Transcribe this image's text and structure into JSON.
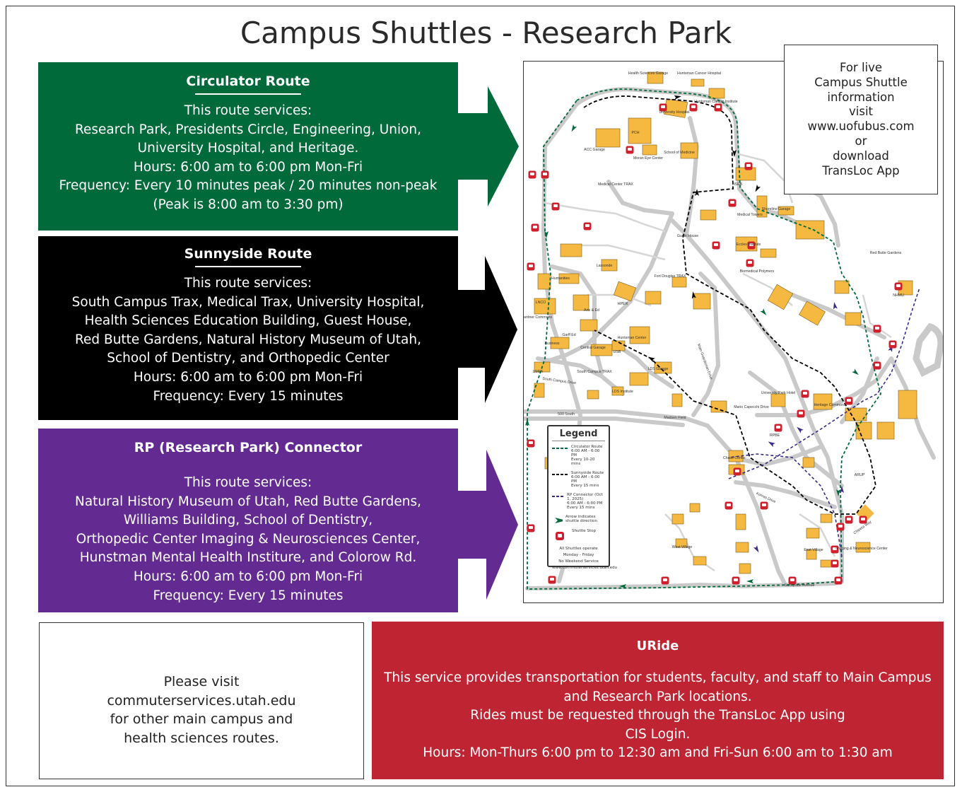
{
  "title": "Campus Shuttles - Research Park",
  "colors": {
    "circulator": "#016a3b",
    "sunnyside": "#000000",
    "rp_connector": "#632b92",
    "uride": "#be2431",
    "building": "#f5b841",
    "stop": "#d0202e"
  },
  "routes": [
    {
      "name": "Circulator Route",
      "lines": [
        "This route services:",
        "Research Park, Presidents Circle, Engineering, Union,",
        "University Hospital, and Heritage.",
        "Hours: 6:00 am to 6:00 pm  Mon-Fri",
        "Frequency: Every 10 minutes peak / 20 minutes  non-peak",
        "(Peak is 8:00 am to 3:30 pm)"
      ]
    },
    {
      "name": "Sunnyside Route",
      "lines": [
        "This route services:",
        "South Campus Trax, Medical Trax, University Hospital,",
        "Health Sciences Education Building, Guest House,",
        "Red Butte Gardens, Natural History Museum of Utah,",
        "School of Dentistry, and Orthopedic Center",
        "Hours: 6:00 am to 6:00 pm  Mon-Fri",
        "Frequency: Every 15 minutes"
      ]
    },
    {
      "name": "RP (Research Park) Connector",
      "lines": [
        "This route services:",
        "Natural History Museum of Utah, Red Butte Gardens,",
        "Williams Building, School of Dentistry,",
        "Orthopedic Center Imaging & Neurosciences Center,",
        "Hunstman Mental Health Institure, and Colorow Rd.",
        "Hours: 6:00 am to 6:00 pm  Mon-Fri",
        "Frequency: Every 15 minutes"
      ]
    }
  ],
  "info_box": {
    "lines": [
      "For live",
      "Campus Shuttle",
      "information",
      "visit",
      "www.uofubus.com",
      "or",
      "download",
      "TransLoc App"
    ]
  },
  "visit_box": {
    "lines": [
      "Please visit",
      "commuterservices.utah.edu",
      "for other main campus and",
      "health sciences routes."
    ]
  },
  "uride": {
    "title": "URide",
    "lines": [
      "This service provides transportation for students, faculty, and staff to Main Campus",
      "and Research Park locations.",
      "Rides must be requested through the TransLoc App using",
      "CIS Login.",
      "Hours: Mon-Thurs 6:00 pm to 12:30 am and Fri-Sun 6:00 am to 1:30 am"
    ]
  },
  "map": {
    "labels": [
      "Health Sciences Garage",
      "Huntsman Cancer Hospital",
      "Huntsman Cancer Institute",
      "PCH",
      "University Hospital",
      "ACC Garage",
      "Moran Eye Center",
      "School of Medicine",
      "HSEB",
      "Medical Center TRAX",
      "Medical Towers",
      "Shoreline Garage",
      "Eccles Institute",
      "Biomedical Polymers",
      "Guest House",
      "Red Butte Gardens",
      "NHMU",
      "Lassonde",
      "Humanities",
      "LNCO",
      "Gardner Commons",
      "Arts & Ed",
      "HPER",
      "Fort Douglas TRAX",
      "Huntsman Center",
      "Garff Ed",
      "Business",
      "Central Garage",
      "USB",
      "UMFA",
      "South Campus TRAX",
      "South Campus Drive",
      "500 South",
      "LDS Garage",
      "LDS Institute",
      "Main Guardsman Drive",
      "Madsen Field",
      "University Park Hotel",
      "Heritage Commons",
      "RPBE",
      "Chase Center",
      "Komas Drive",
      "ARUP",
      "Chipeta Way",
      "Imaging & Neuroscience Center",
      "West Village",
      "East Village",
      "Sunnyside Avenue",
      "Mario Capecchi Drive"
    ],
    "legend": {
      "title": "Legend",
      "items": [
        {
          "name": "Circulator Route",
          "hours": "6:00 AM - 6:00 PM",
          "freq": "Every 10-20 mins"
        },
        {
          "name": "Sunnyside Route",
          "hours": "6:00 AM - 6:00 PM",
          "freq": "Every 15 mins"
        },
        {
          "name": "RP Connector (Oct 1, 2025)",
          "hours": "6:00 AM - 6:00 PM",
          "freq": "Every 15 mins"
        }
      ],
      "arrow_note": "Arrow indicates shuttle direction",
      "stop_note": "Shuttle Stop",
      "footer": [
        "All Shuttles operate",
        "Monday - Friday",
        "No Weekend Service",
        "www.commuterservices.utah.edu"
      ]
    }
  }
}
